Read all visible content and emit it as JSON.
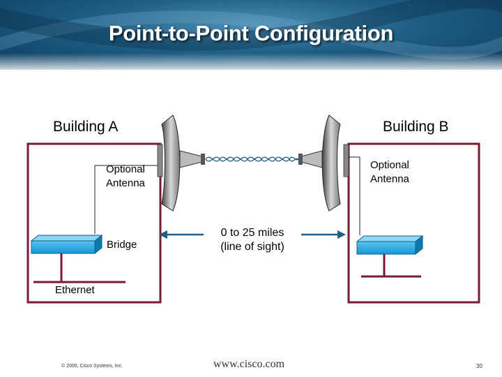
{
  "slide": {
    "title": "Point-to-Point Configuration",
    "building_a": "Building A",
    "building_b": "Building B",
    "antenna_label_a": [
      "Optional",
      "Antenna"
    ],
    "antenna_label_b": [
      "Optional",
      "Antenna"
    ],
    "bridge_label": "Bridge",
    "distance_label": [
      "0 to 25 miles",
      "(line of sight)"
    ],
    "ethernet_label": "Ethernet"
  },
  "colors": {
    "building_border": "#7a1a33",
    "bridge_fill": "#1596d6",
    "ethernet_line": "#7a1a33",
    "arrow": "#1f5f86",
    "wave": "#1f5f86"
  },
  "footer": {
    "copyright": "© 2000, Cisco Systems, Inc.",
    "url": "www.cisco.com",
    "page": "30"
  }
}
